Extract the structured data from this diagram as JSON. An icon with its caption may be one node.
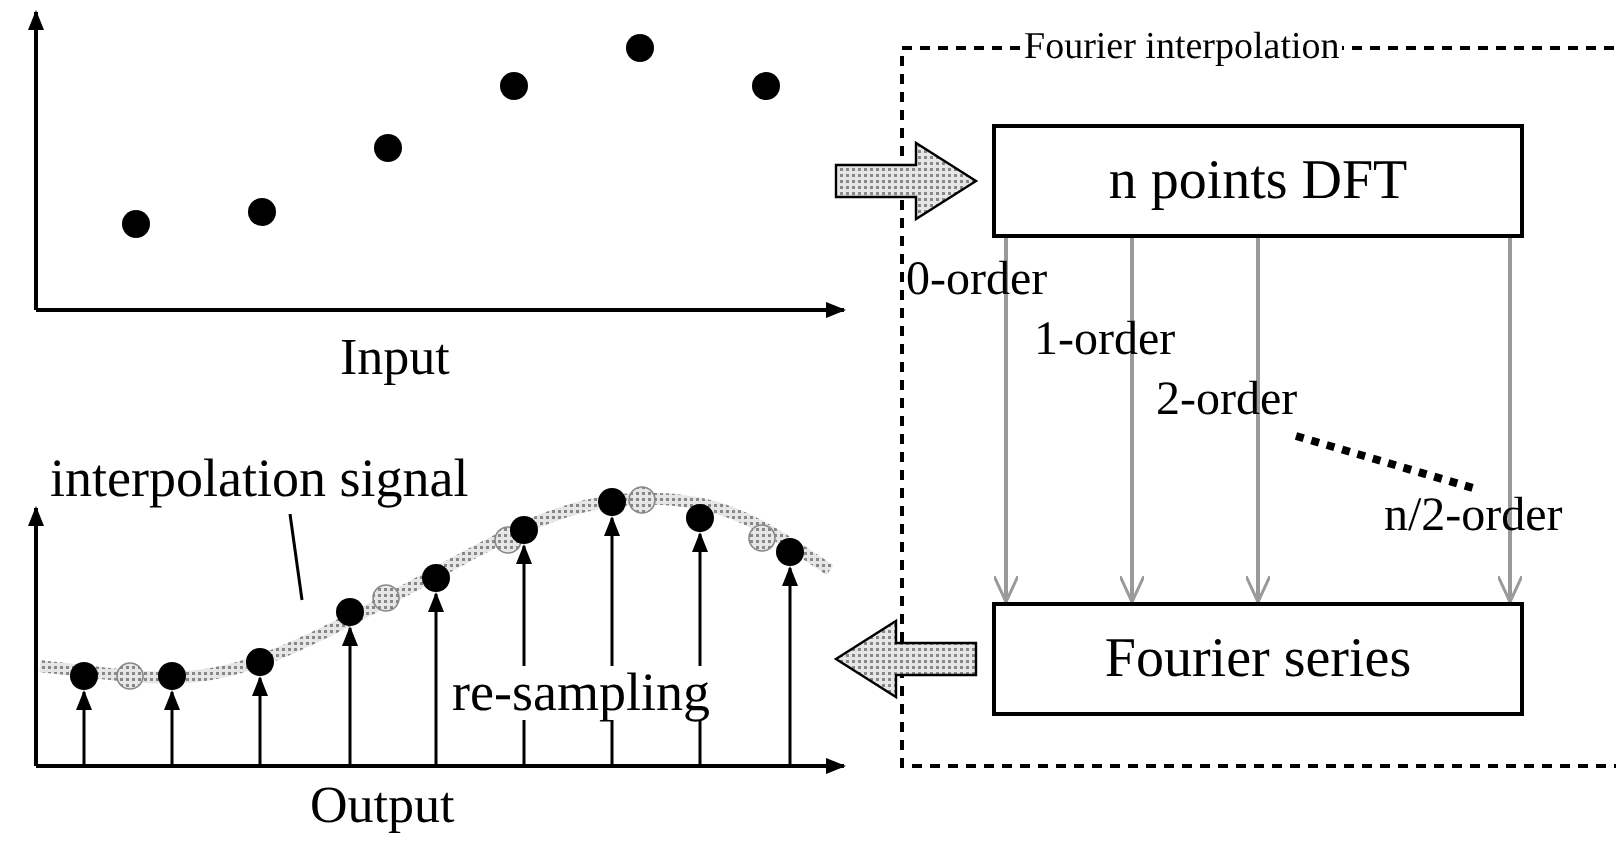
{
  "diagram": {
    "nodes": [
      {
        "text": [],
        "shape": "chart",
        "beside": [
          "Input"
        ]
      },
      {
        "text": [
          "Fourier interpolation"
        ]
      },
      {
        "text": [
          "n points DFT"
        ],
        "in": 1
      },
      {
        "text": [
          "Fourier series"
        ],
        "in": 1
      },
      {
        "text": [],
        "shape": "chart",
        "beside": [
          "Output"
        ]
      },
      {
        "text": [
          "interpolation signal"
        ]
      }
    ],
    "edges": [
      {
        "from": 0,
        "to": 2,
        "arrow": "to",
        "style": "thick"
      },
      {
        "from": 2,
        "to": 3,
        "arrow": "to",
        "label": "0-order",
        "color": "#9a9a9a"
      },
      {
        "from": 2,
        "to": 3,
        "arrow": "to",
        "label": "1-order",
        "color": "#9a9a9a"
      },
      {
        "from": 2,
        "to": 3,
        "arrow": "to",
        "label": "2-order",
        "color": "#9a9a9a"
      },
      {
        "from": 2,
        "to": 3,
        "arrow": "to",
        "label": "n/2-order",
        "color": "#9a9a9a"
      },
      {
        "from": 3,
        "to": 4,
        "arrow": "to",
        "style": "thick"
      },
      {
        "from": 5,
        "to": 4,
        "arrow": "none",
        "color": "#000000"
      }
    ],
    "labels": [
      "re-sampling"
    ]
  }
}
